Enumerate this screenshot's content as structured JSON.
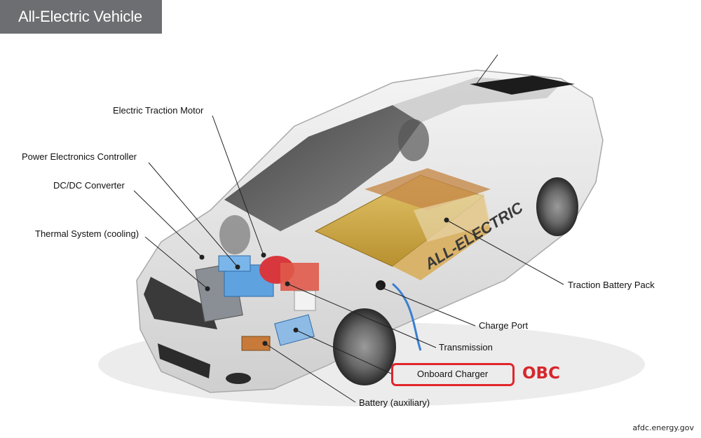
{
  "header": {
    "title": "All-Electric Vehicle"
  },
  "labels": {
    "electric_traction_motor": "Electric Traction Motor",
    "power_electronics_controller": "Power Electronics Controller",
    "dcdc_converter": "DC/DC Converter",
    "thermal_system": "Thermal System (cooling)",
    "traction_battery_pack": "Traction Battery Pack",
    "charge_port": "Charge Port",
    "transmission": "Transmission",
    "onboard_charger": "Onboard Charger",
    "battery_auxiliary": "Battery (auxiliary)"
  },
  "callout": {
    "text": "OBC",
    "color": "#d7262b"
  },
  "car_decal": "ALL-ELECTRIC",
  "source": "afdc.energy.gov"
}
